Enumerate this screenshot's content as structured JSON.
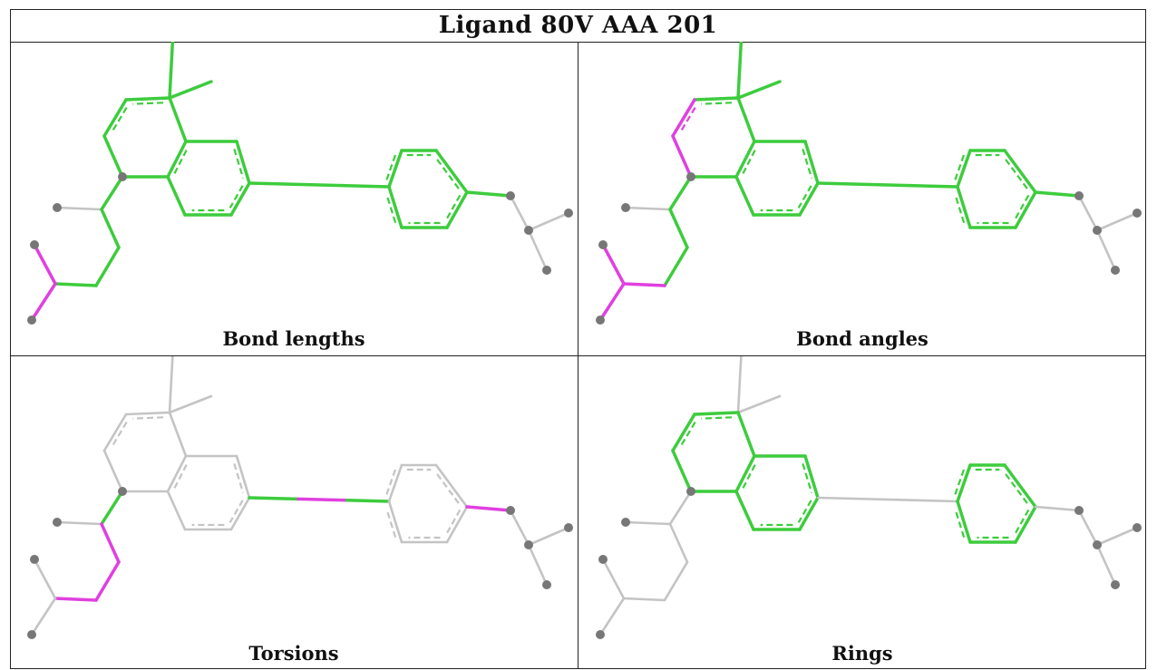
{
  "title": "Ligand 80V AAA 201",
  "panels": [
    {
      "label": "Bond lengths"
    },
    {
      "label": "Bond angles"
    },
    {
      "label": "Torsions"
    },
    {
      "label": "Rings"
    }
  ],
  "colors": {
    "ok": "#3dcc3d",
    "outlier": "#e040e0",
    "neutral": "#c4c4c4",
    "atom": "#777777",
    "grid": "#222222"
  }
}
